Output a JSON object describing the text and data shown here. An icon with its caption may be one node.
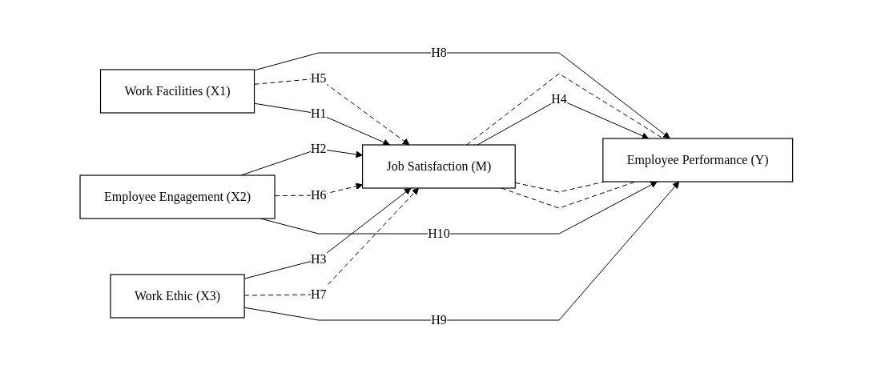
{
  "diagram": {
    "nodes": [
      {
        "text": [
          "Work Facilities (X1)"
        ]
      },
      {
        "text": [
          "Employee Engagement (X2)"
        ]
      },
      {
        "text": [
          "Work Ethic (X3)"
        ]
      },
      {
        "text": [
          "Job Satisfaction (M)"
        ]
      },
      {
        "text": [
          "Employee Performance (Y)"
        ]
      }
    ],
    "edges": [
      {
        "from": 0,
        "to": 4,
        "arrow": "to",
        "label": "H8"
      },
      {
        "from": 0,
        "to": 3,
        "arrow": "to",
        "label": "H5",
        "style": "dashed"
      },
      {
        "from": 0,
        "to": 3,
        "arrow": "to",
        "label": "H1"
      },
      {
        "from": 1,
        "to": 3,
        "arrow": "to",
        "label": "H2"
      },
      {
        "from": 1,
        "to": 3,
        "arrow": "to",
        "label": "H6",
        "style": "dashed"
      },
      {
        "from": 2,
        "to": 3,
        "arrow": "to",
        "label": "H3"
      },
      {
        "from": 2,
        "to": 3,
        "arrow": "to",
        "label": "H7",
        "style": "dashed"
      },
      {
        "from": 3,
        "to": 4,
        "arrow": "none",
        "style": "dashed"
      },
      {
        "from": 3,
        "to": 4,
        "arrow": "to",
        "label": "H4"
      },
      {
        "from": 3,
        "to": 4,
        "arrow": "none",
        "style": "dashed"
      },
      {
        "from": 3,
        "to": 4,
        "arrow": "none",
        "style": "dashed"
      },
      {
        "from": 2,
        "to": 4,
        "arrow": "to",
        "label": "H9"
      },
      {
        "from": 1,
        "to": 4,
        "arrow": "to",
        "label": "H10"
      }
    ]
  }
}
